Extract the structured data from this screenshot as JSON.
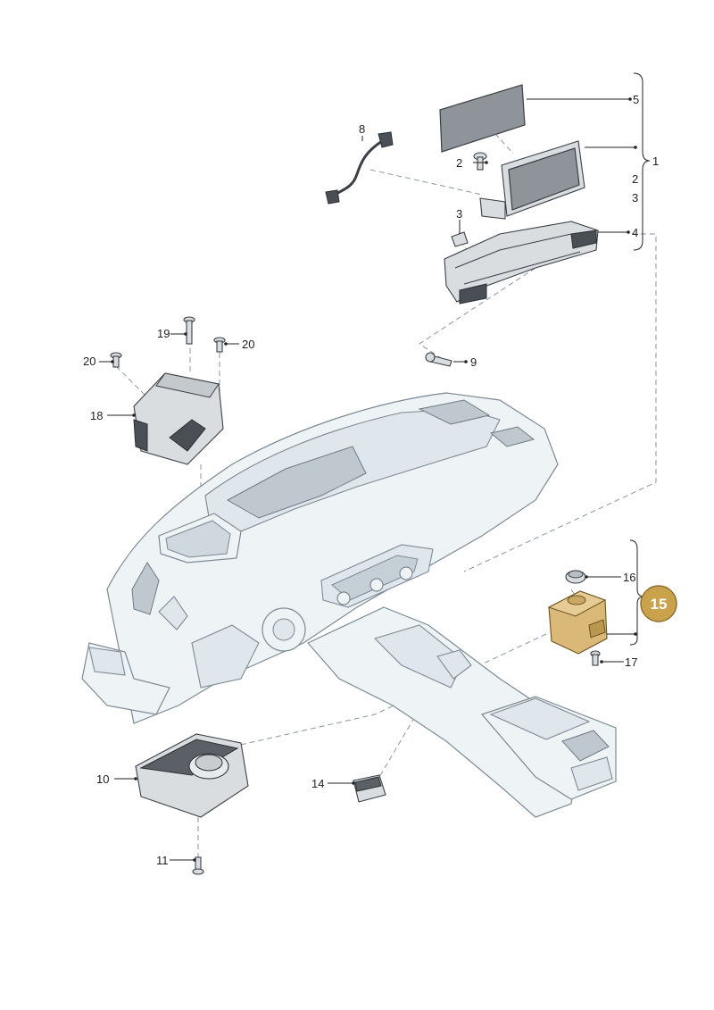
{
  "colors": {
    "badge_fill": "#c9a24b",
    "leader_line": "#222222",
    "dash_line": "#8a96a0",
    "highlight_part": "#d9b878"
  },
  "highlight_part": "15",
  "labels": {
    "l1": "1",
    "l2a": "2",
    "l2b": "2",
    "l3a": "3",
    "l3b": "3",
    "l4": "4",
    "l5": "5",
    "l8": "8",
    "l9": "9",
    "l10": "10",
    "l11": "11",
    "l14": "14",
    "l16": "16",
    "l17": "17",
    "l18": "18",
    "l19": "19",
    "l20a": "20",
    "l20b": "20",
    "l15": "15"
  }
}
